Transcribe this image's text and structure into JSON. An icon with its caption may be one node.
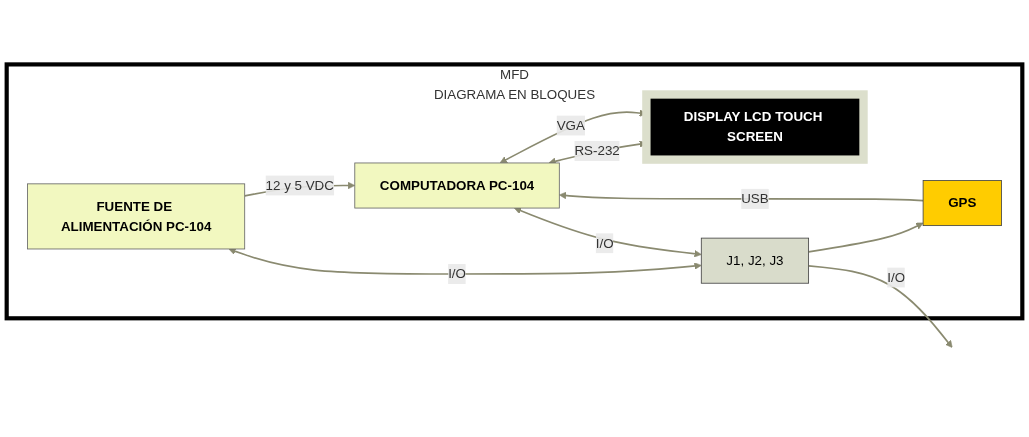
{
  "diagram": {
    "nodes": [
      {
        "text": [
          "MFD",
          "DIAGRAMA EN BLOQUES"
        ]
      },
      {
        "text": [
          "FUENTE DE ALIMENTACIÓN PC-104"
        ],
        "in": 0
      },
      {
        "text": [
          "COMPUTADORA PC-104"
        ],
        "in": 0
      },
      {
        "text": [
          "DISPLAY LCD TOUCH SCREEN"
        ],
        "in": 0
      },
      {
        "text": [
          "J1, J2, J3"
        ],
        "in": 0
      },
      {
        "text": [
          "GPS"
        ],
        "in": 0
      }
    ],
    "edges": [
      {
        "from": 1,
        "to": 2,
        "arrow": "to",
        "label": "12 y 5 VDC"
      },
      {
        "from": 2,
        "to": 3,
        "arrow": "both",
        "label": "RS-232"
      },
      {
        "from": 2,
        "to": 3,
        "arrow": "both",
        "label": "VGA"
      },
      {
        "from": 5,
        "to": 2,
        "arrow": "to",
        "label": "USB"
      },
      {
        "from": 1,
        "to": 4,
        "arrow": "both",
        "label": "I/O"
      },
      {
        "from": 2,
        "to": 4,
        "arrow": "both",
        "label": "I/O"
      },
      {
        "from": 4,
        "to": 5,
        "arrow": "to"
      },
      {
        "from": 4,
        "to": null,
        "arrow": "to",
        "label": "I/O"
      }
    ]
  }
}
